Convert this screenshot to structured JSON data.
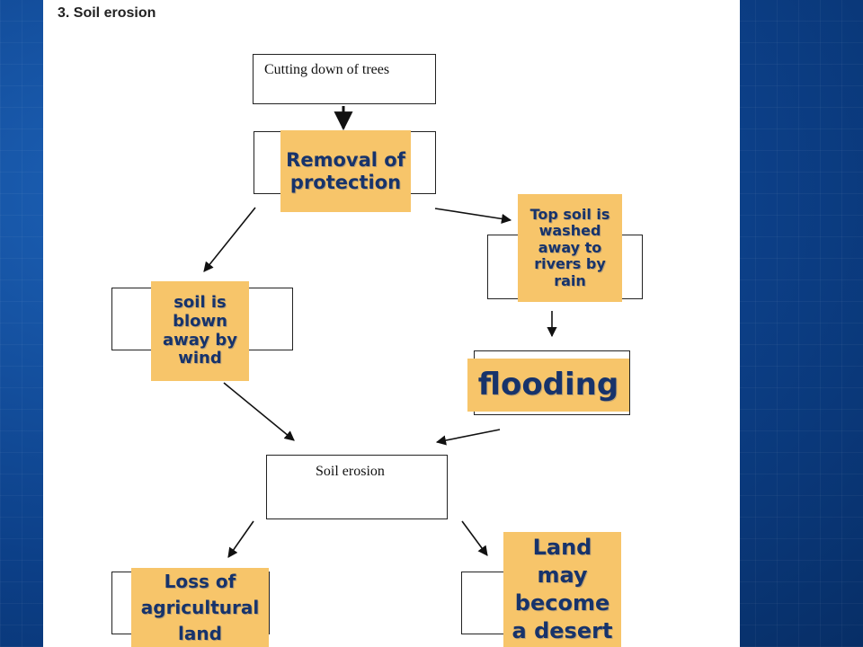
{
  "title": "3. Soil erosion",
  "nodes": {
    "cutting_trees": "Cutting down of trees",
    "removal_protection": "Removal of protection",
    "top_soil_washed": "Top soil is washed away to rivers by rain",
    "soil_blown": "soil is blown away by wind",
    "flooding": "flooding",
    "soil_erosion": "Soil erosion",
    "loss_land": "Loss of agricultural land",
    "desert": "Land may become a desert"
  },
  "colors": {
    "tag_fill": "#f7c56a",
    "tag_text": "#17336b",
    "background": "#0b3f86"
  }
}
